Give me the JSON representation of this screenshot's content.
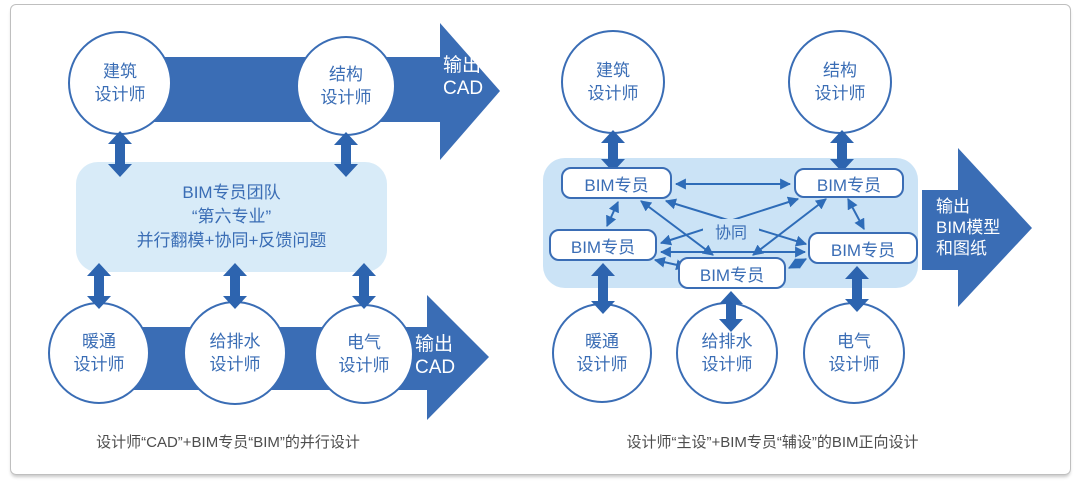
{
  "colors": {
    "primary_blue": "#3a6db5",
    "thick_arrow_blue": "#2d64af",
    "thin_arrow_blue": "#2e6cb8",
    "panel_left_bg": "#d8ebf8",
    "panel_right_bg": "#cbe3f6",
    "caption_gray": "#4d4d4d",
    "frame_gray": "#bfbfbf"
  },
  "left_diagram": {
    "designers_top": [
      "建筑\n设计师",
      "结构\n设计师"
    ],
    "designers_bottom": [
      "暖通\n设计师",
      "给排水\n设计师",
      "电气\n设计师"
    ],
    "team_box_text": "BIM专员团队\n“第六专业”\n并行翻模+协同+反馈问题",
    "output_arrow_top": "输出\nCAD",
    "output_arrow_bottom": "输出\nCAD",
    "caption": "设计师“CAD”+BIM专员“BIM”的并行设计"
  },
  "right_diagram": {
    "designers_top": [
      "建筑\n设计师",
      "结构\n设计师"
    ],
    "designers_bottom": [
      "暖通\n设计师",
      "给排水\n设计师",
      "电气\n设计师"
    ],
    "bim_boxes": [
      "BIM专员",
      "BIM专员",
      "BIM专员",
      "BIM专员",
      "BIM专员"
    ],
    "collaboration_label": "协同",
    "output_arrow": "输出\nBIM模型\n和图纸",
    "caption": "设计师“主设”+BIM专员“辅设”的BIM正向设计"
  }
}
